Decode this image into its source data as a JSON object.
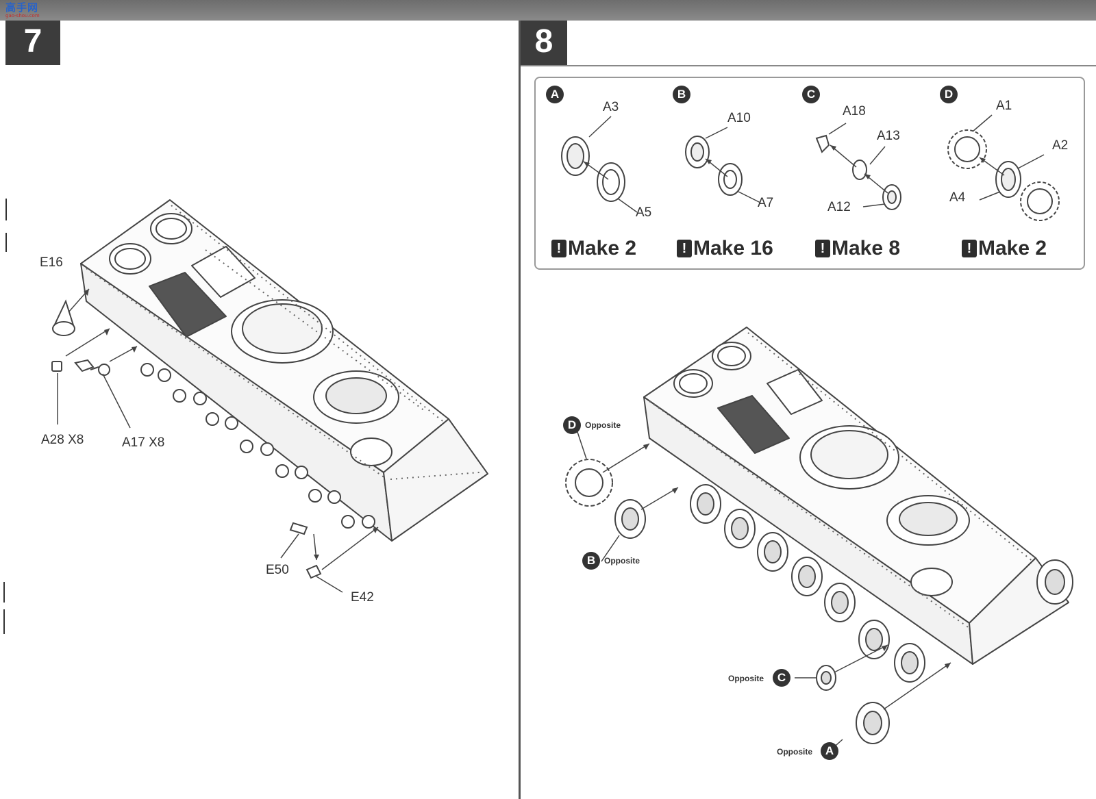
{
  "watermark": {
    "main": "高手网",
    "sub": "gao-shou.com"
  },
  "steps": {
    "step7": {
      "number": "7",
      "labels": {
        "e16": "E16",
        "a28": "A28 X8",
        "a17": "A17 X8",
        "e50": "E50",
        "e42": "E42"
      }
    },
    "step8": {
      "number": "8",
      "subassemblies": [
        {
          "letter": "A",
          "parts": [
            "A3",
            "A5"
          ],
          "make": "Make 2"
        },
        {
          "letter": "B",
          "parts": [
            "A10",
            "A7"
          ],
          "make": "Make 16"
        },
        {
          "letter": "C",
          "parts": [
            "A18",
            "A13",
            "A12"
          ],
          "make": "Make 8"
        },
        {
          "letter": "D",
          "parts": [
            "A1",
            "A2",
            "A4"
          ],
          "make": "Make 2"
        }
      ],
      "callouts": [
        {
          "letter": "D",
          "text": "Opposite"
        },
        {
          "letter": "B",
          "text": "Opposite"
        },
        {
          "letter": "C",
          "text": "Opposite"
        },
        {
          "letter": "A",
          "text": "Opposite"
        }
      ],
      "make_icon": "!"
    }
  },
  "colors": {
    "header_bar": "#7a7a7a",
    "step_box": "#3c3c3c",
    "line": "#555555"
  }
}
